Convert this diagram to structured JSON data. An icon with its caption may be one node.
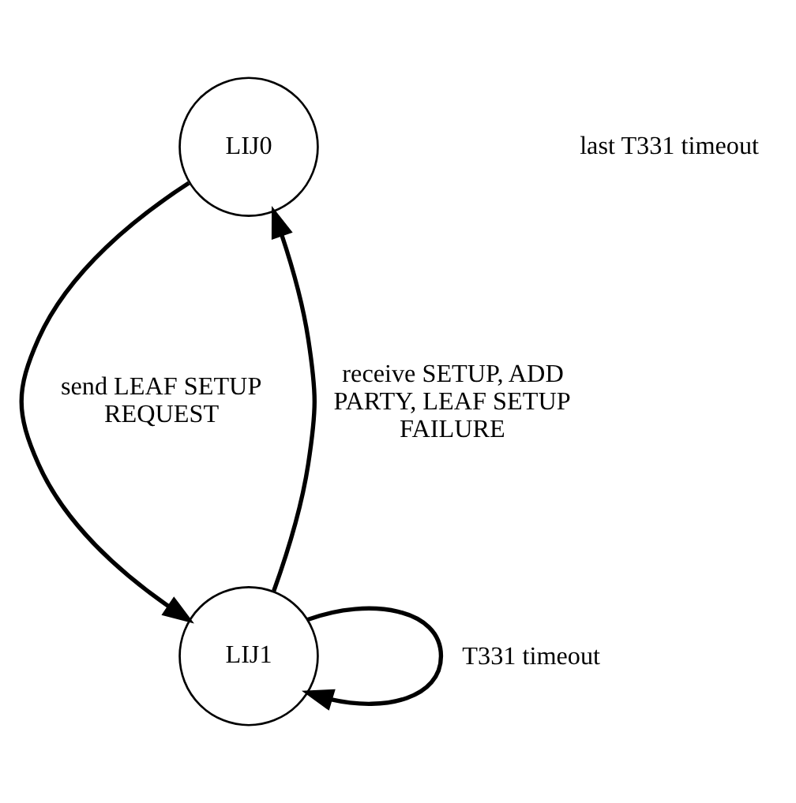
{
  "diagram": {
    "nodes": [
      {
        "text": [
          "LIJ0"
        ]
      },
      {
        "text": [
          "LIJ1"
        ]
      }
    ],
    "edges": [
      {
        "from": 0,
        "to": 1,
        "arrow": "to",
        "label": "send LEAF SETUP REQUEST"
      },
      {
        "from": 1,
        "to": 0,
        "arrow": "to",
        "label": "receive SETUP, ADD PARTY, LEAF SETUP FAILURE"
      },
      {
        "from": 1,
        "to": 1,
        "arrow": "to",
        "label": "T331 timeout"
      }
    ],
    "labels": [
      "last T331 timeout"
    ]
  }
}
